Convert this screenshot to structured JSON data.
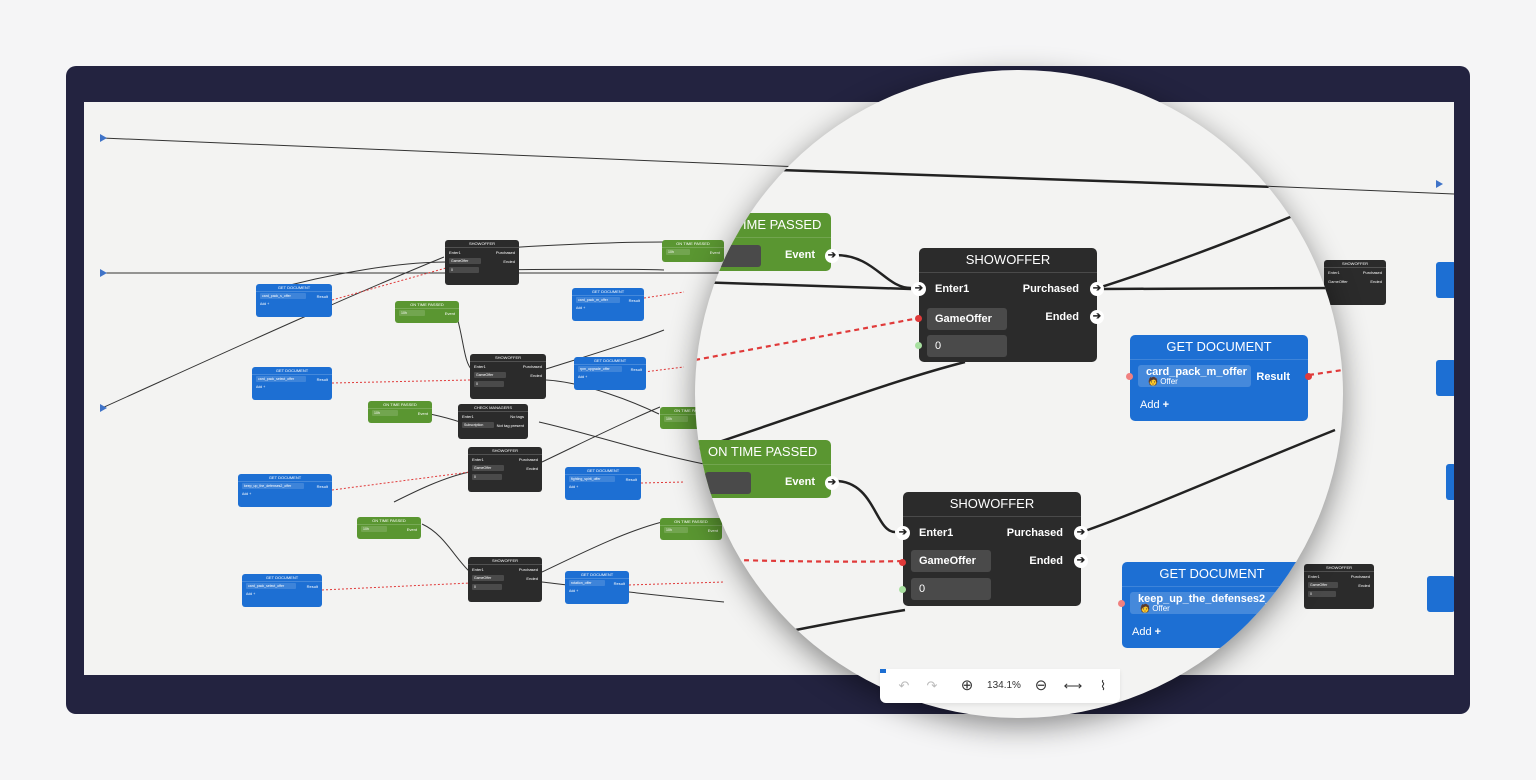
{
  "nodes": {
    "show_offer_title": "SHOWOFFER",
    "on_time_passed_title": "ON TIME PASSED",
    "get_document_title": "GET DOCUMENT",
    "check_managers_title": "CHECK MANAGERS",
    "enter1": "Enter1",
    "purchased": "Purchased",
    "ended": "Ended",
    "game_offer": "GameOffer",
    "zero": "0",
    "event": "Event",
    "result": "Result",
    "add": "Add",
    "add_plus": "+",
    "offer": "Offer",
    "on_time_value": "10h",
    "subscription": "Subscription",
    "no_tags": "No tags",
    "not_tag_present": "Not tag present"
  },
  "zoom": {
    "card_pack_doc": "card_pack_m_offer",
    "keep_up_doc": "keep_up_the_defenses2_o",
    "time_passed_partial": "TIME PASSED"
  },
  "mini_docs": [
    "card_pack_s_offer",
    "card_pack_m_offer",
    "card_pack_select_offer",
    "rpm_upgrade_offer",
    "keep_up_the_defenses2_offer",
    "fighting_spirit_offer",
    "card_pack_select_offer",
    "rotation_offer"
  ],
  "toolbar": {
    "undo": "↶",
    "redo": "↷",
    "zoom_in": "⊕",
    "zoom_level": "134.1%",
    "zoom_out": "⊖",
    "fit": "⟷",
    "chart": "⌇"
  },
  "colors": {
    "frame": "#232340",
    "node_dark": "#2b2b2b",
    "node_green": "#5a9631",
    "node_blue": "#1d6fd3",
    "link_red": "#e03a3a"
  }
}
